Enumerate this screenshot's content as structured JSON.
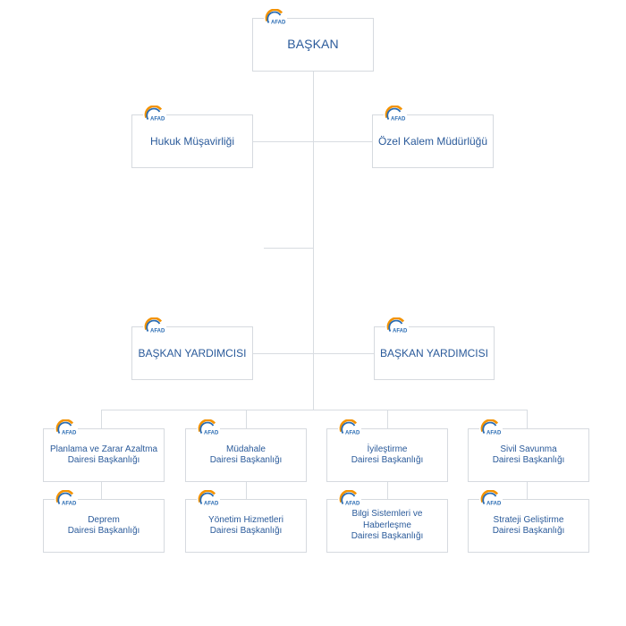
{
  "brand": {
    "logo_text": "AFAD",
    "colors": {
      "orange": "#f39200",
      "blue": "#2a6cb3",
      "text": "#2a5a9a",
      "line": "#d8dce1"
    }
  },
  "org": {
    "president": "BAŞKAN",
    "advisory": [
      {
        "label": "Hukuk Müşavirliği"
      },
      {
        "label": "Özel Kalem Müdürlüğü"
      }
    ],
    "vice_presidents": [
      {
        "label": "BAŞKAN YARDIMCISI"
      },
      {
        "label": "BAŞKAN YARDIMCISI"
      }
    ],
    "departments": [
      {
        "label": "Planlama ve Zarar Azaltma\nDairesi Başkanlığı"
      },
      {
        "label": "Müdahale\nDairesi Başkanlığı"
      },
      {
        "label": "İyileştirme\nDairesi Başkanlığı"
      },
      {
        "label": "Sivil Savunma\nDairesi Başkanlığı"
      },
      {
        "label": "Deprem\nDairesi Başkanlığı"
      },
      {
        "label": "Yönetim Hizmetleri\nDairesi Başkanlığı"
      },
      {
        "label": "Bilgi Sistemleri ve Haberleşme\nDairesi Başkanlığı"
      },
      {
        "label": "Strateji Geliştirme\nDairesi Başkanlığı"
      }
    ]
  }
}
